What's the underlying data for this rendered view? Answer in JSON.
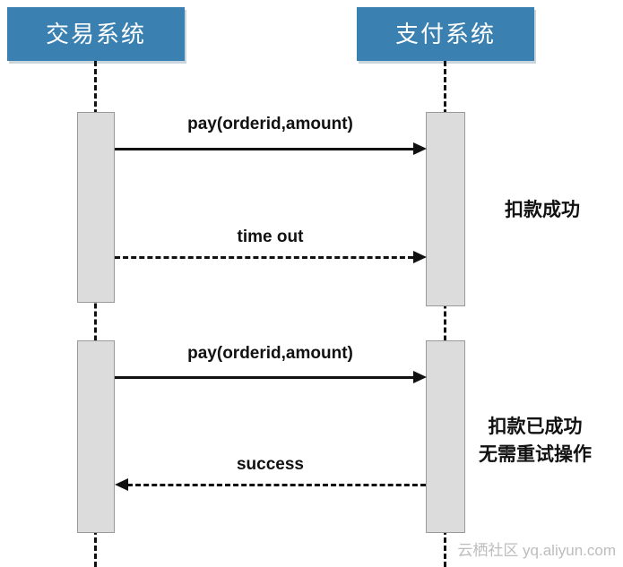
{
  "diagram": {
    "actors": [
      {
        "id": "trading",
        "label": "交易系统"
      },
      {
        "id": "payment",
        "label": "支付系统"
      }
    ],
    "messages": [
      {
        "label": "pay(orderid,amount)",
        "style": "solid",
        "direction": "right"
      },
      {
        "label": "time out",
        "style": "dashed",
        "direction": "right"
      },
      {
        "label": "pay(orderid,amount)",
        "style": "solid",
        "direction": "right"
      },
      {
        "label": "success",
        "style": "dashed",
        "direction": "left"
      }
    ],
    "annotations": {
      "first": "扣款成功",
      "second_line1": "扣款已成功",
      "second_line2": "无需重试操作"
    },
    "watermark": "云栖社区 yq.aliyun.com",
    "colors": {
      "actor_box_bg": "#3a80b0",
      "actor_box_text": "#ffffff",
      "activation_bg": "#dcdcdc",
      "line_color": "#111111",
      "watermark_color": "#bdbdbd"
    }
  }
}
